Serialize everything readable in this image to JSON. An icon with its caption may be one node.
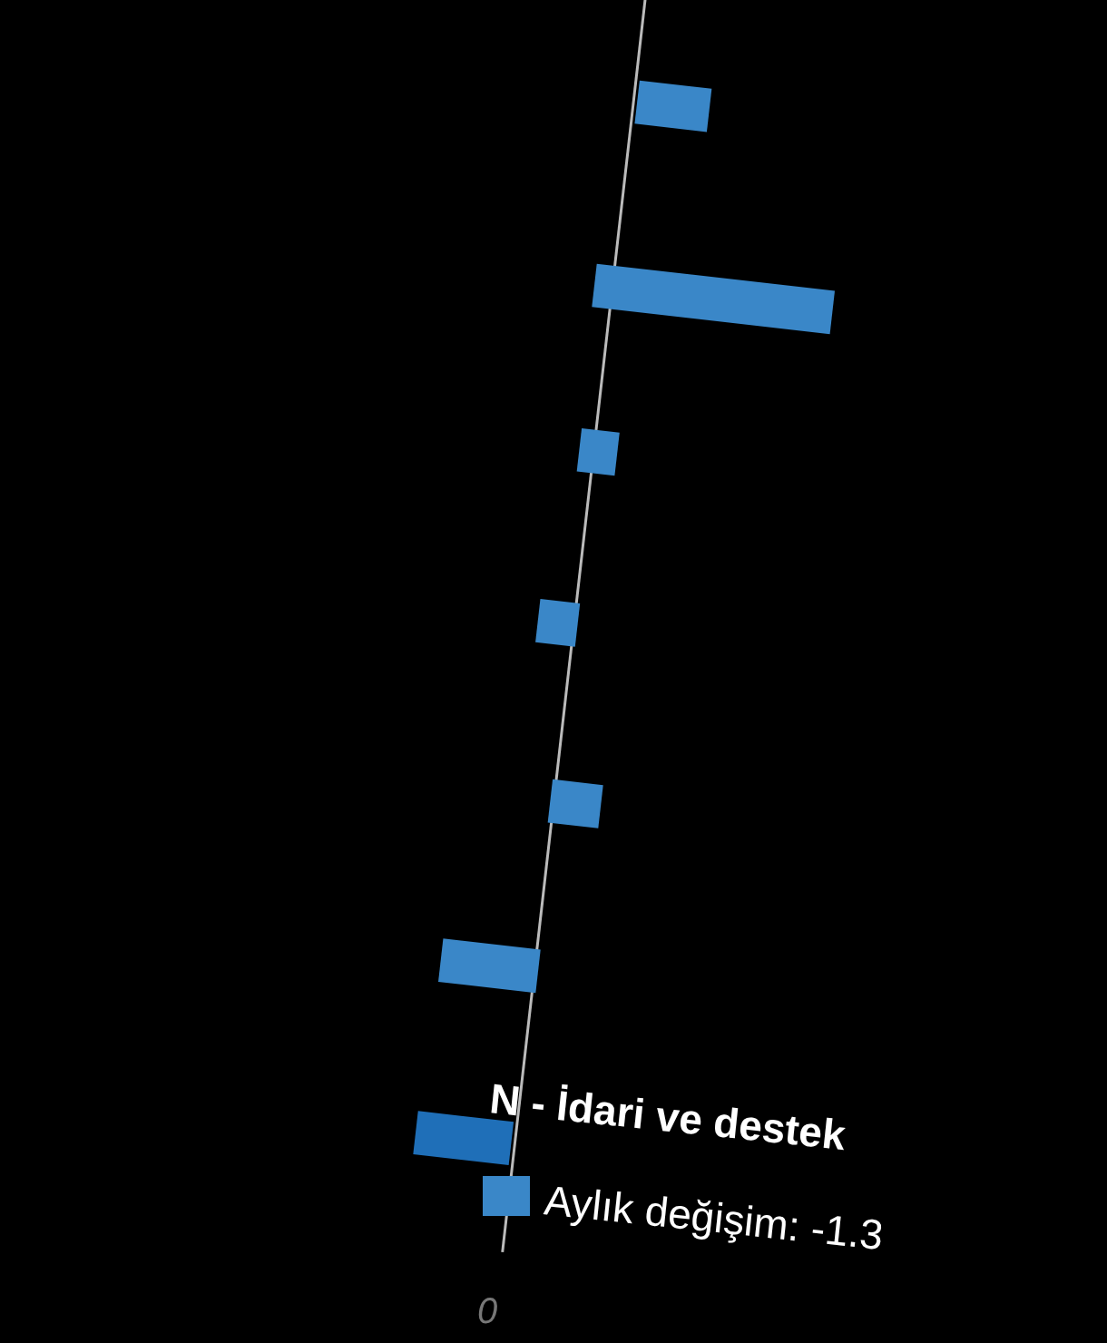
{
  "diagram": {
    "labels": [
      "N - İdari ve destek",
      "Aylık değişim: -1.3",
      "0"
    ]
  }
}
